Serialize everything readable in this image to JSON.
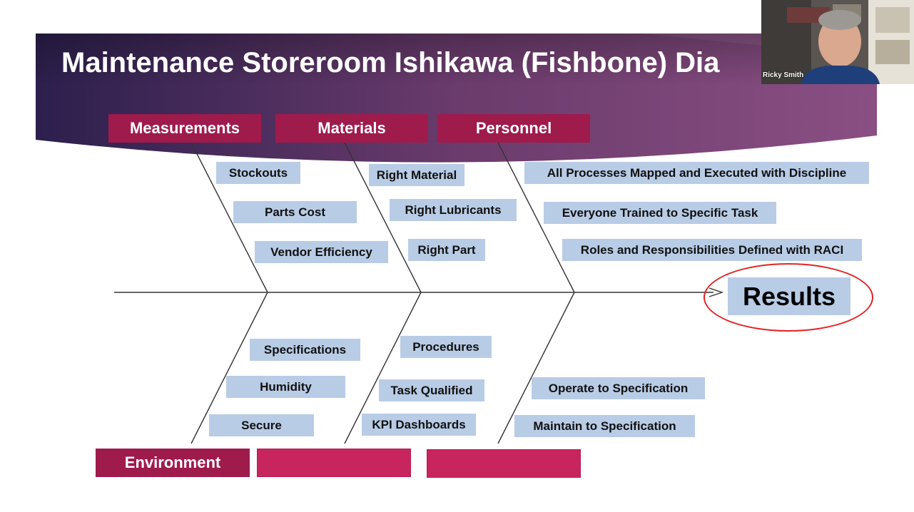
{
  "slide": {
    "title": "Maintenance Storeroom Ishikawa (Fishbone) Dia",
    "effect": "Results",
    "top_categories": [
      "Measurements",
      "Materials",
      "Personnel"
    ],
    "bottom_categories": [
      "Environment",
      "",
      ""
    ],
    "causes": {
      "measurements": [
        "Stockouts",
        "Parts Cost",
        "Vendor Efficiency"
      ],
      "materials": [
        "Right Material",
        "Right Lubricants",
        "Right Part"
      ],
      "personnel": [
        "All Processes Mapped and Executed with Discipline",
        "Everyone Trained to Specific Task",
        "Roles and Responsibilities Defined with RACI"
      ],
      "environment": [
        "Specifications",
        "Humidity",
        "Secure"
      ],
      "bottom_middle": [
        "Procedures",
        "Task Qualified",
        "KPI Dashboards"
      ],
      "bottom_right": [
        "Operate to Specification",
        "Maintain to Specification"
      ]
    }
  },
  "webcam": {
    "participant_name": "Ricky Smith"
  },
  "colors": {
    "category_fill": "#9e1b4c",
    "empty_category_fill": "#c8255e",
    "cause_fill": "#b8cce6",
    "results_ring": "#e02424",
    "banner_dark": "#2e1f4f",
    "banner_light": "#6a3a6e"
  }
}
